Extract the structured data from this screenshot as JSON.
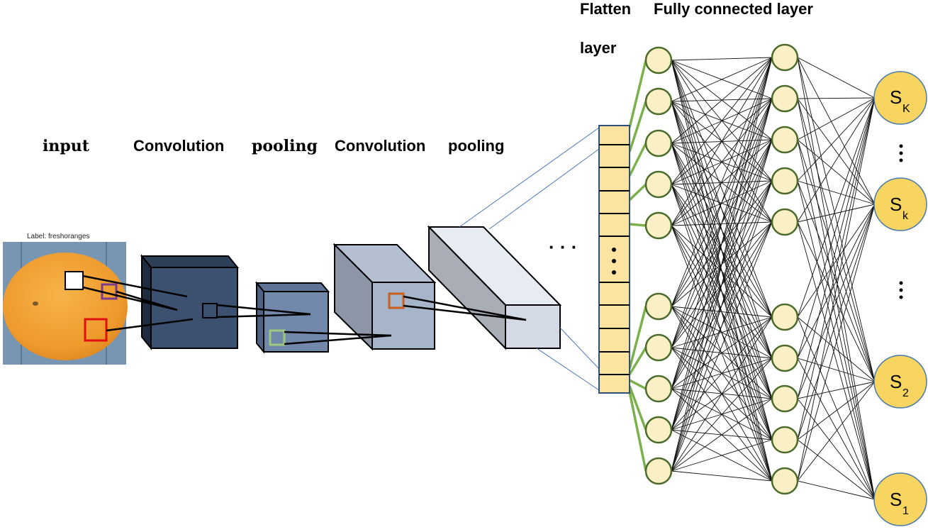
{
  "labels": {
    "input": "input",
    "conv1": "Convolution",
    "pool1": "pooling",
    "conv2": "Convolution",
    "pool2": "pooling",
    "flatten_line1": "Flatten",
    "flatten_line2": "layer",
    "fully_connected": "Fully connected layer",
    "image_caption": "Label: freshoranges",
    "ellipsis_h": "· · ·"
  },
  "outputs": [
    {
      "main": "S",
      "sub": "K"
    },
    {
      "main": "S",
      "sub": "k"
    },
    {
      "main": "S",
      "sub": "2"
    },
    {
      "main": "S",
      "sub": "1"
    }
  ],
  "colors": {
    "node_fill": "#fbefc6",
    "node_stroke": "#4a6b2a",
    "output_fill": "#f7d560",
    "flatten_fill": "#fce3a0",
    "flatten_stroke": "#2f4f7a",
    "green_link": "#7bb04d",
    "blue_link": "#4a78b5"
  }
}
